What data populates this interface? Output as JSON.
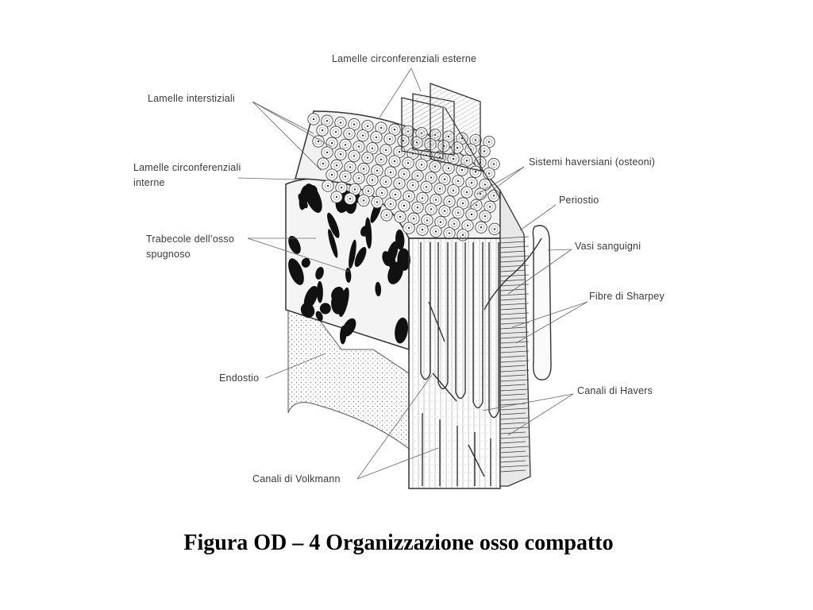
{
  "diagram": {
    "labels": {
      "lamelle_circonferenziali_esterne": "Lamelle circonferenziali esterne",
      "lamelle_interstiziali": "Lamelle interstiziali",
      "lamelle_circonferenziali_interne_l1": "Lamelle circonferenziali",
      "lamelle_circonferenziali_interne_l2": "interne",
      "sistemi_haversiani": "Sistemi haversiani (osteoni)",
      "periostio": "Periostio",
      "trabecole_l1": "Trabecole dell’osso",
      "trabecole_l2": "spugnoso",
      "vasi_sanguigni": "Vasi sanguigni",
      "fibre_di_sharpey": "Fibre di Sharpey",
      "endostio": "Endostio",
      "canali_di_havers": "Canali di Havers",
      "canali_di_volkmann": "Canali di Volkmann"
    }
  },
  "caption": "Figura OD – 4 Organizzazione osso compatto"
}
